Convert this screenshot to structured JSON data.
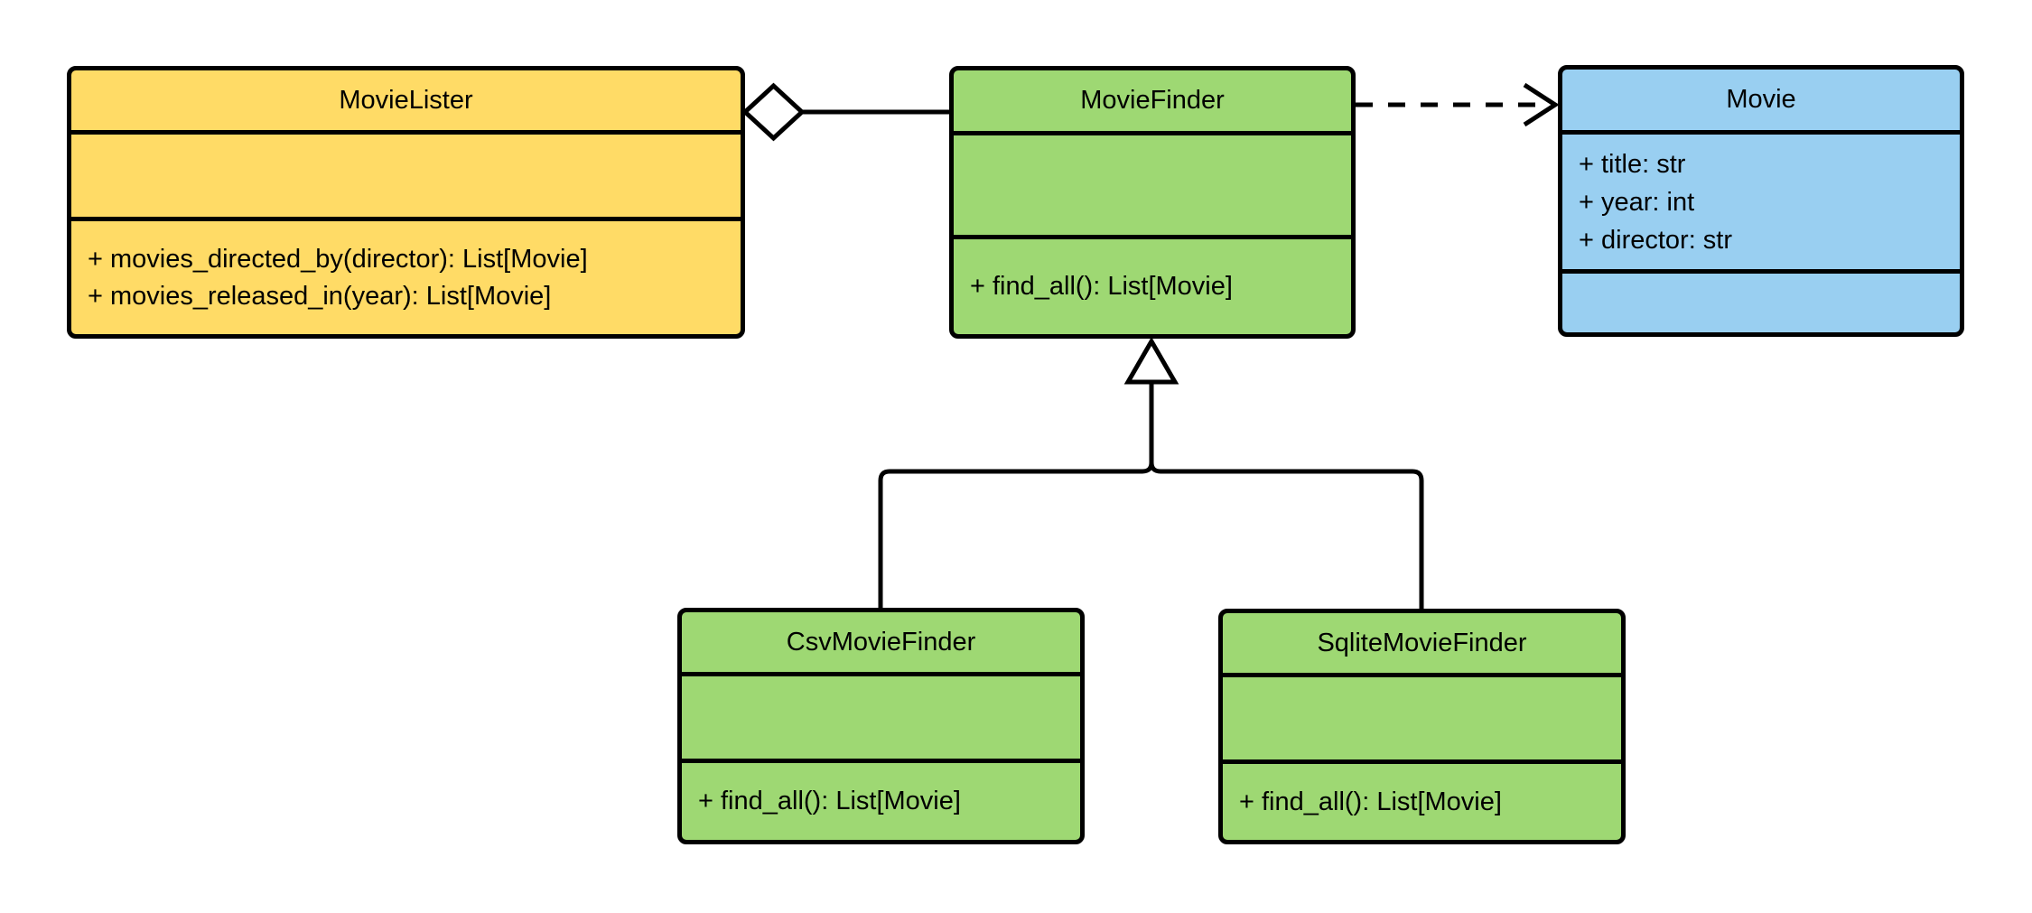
{
  "diagram": {
    "type": "uml-class-diagram",
    "background": "#FFFFFF",
    "stroke_color": "#000000",
    "classes": [
      {
        "name": "MovieLister",
        "fill": "#FFDB66",
        "attributes": [],
        "methods": [
          "+ movies_directed_by(director): List[Movie]",
          "+ movies_released_in(year): List[Movie]"
        ]
      },
      {
        "name": "MovieFinder",
        "fill": "#9ED873",
        "attributes": [],
        "methods": [
          "+ find_all(): List[Movie]"
        ]
      },
      {
        "name": "Movie",
        "fill": "#99CFF1",
        "attributes": [
          "+ title: str",
          "+ year: int",
          "+ director: str"
        ],
        "methods": []
      },
      {
        "name": "CsvMovieFinder",
        "fill": "#9ED873",
        "attributes": [],
        "methods": [
          "+ find_all(): List[Movie]"
        ]
      },
      {
        "name": "SqliteMovieFinder",
        "fill": "#9ED873",
        "attributes": [],
        "methods": [
          "+ find_all(): List[Movie]"
        ]
      }
    ],
    "relationships": [
      {
        "type": "aggregation",
        "from": "MovieLister",
        "to": "MovieFinder",
        "marker": "hollow-diamond",
        "line": "solid"
      },
      {
        "type": "dependency",
        "from": "MovieFinder",
        "to": "Movie",
        "marker": "open-arrow",
        "line": "dashed"
      },
      {
        "type": "inheritance",
        "from": "CsvMovieFinder",
        "to": "MovieFinder",
        "marker": "hollow-triangle",
        "line": "solid"
      },
      {
        "type": "inheritance",
        "from": "SqliteMovieFinder",
        "to": "MovieFinder",
        "marker": "hollow-triangle",
        "line": "solid"
      }
    ]
  }
}
